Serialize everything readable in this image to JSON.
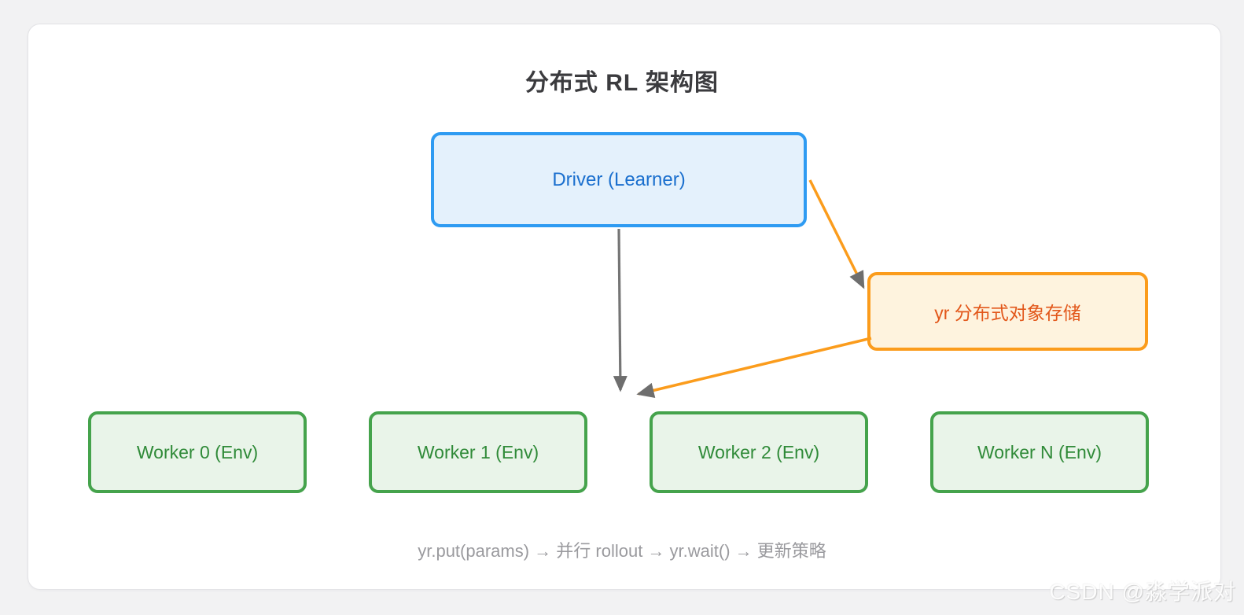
{
  "title": "分布式 RL 架构图",
  "nodes": {
    "driver": {
      "label": "Driver (Learner)"
    },
    "store": {
      "label": "yr 分布式对象存储"
    },
    "workers": [
      {
        "label": "Worker 0 (Env)"
      },
      {
        "label": "Worker 1 (Env)"
      },
      {
        "label": "Worker 2 (Env)"
      },
      {
        "label": "Worker N (Env)"
      }
    ]
  },
  "edges": [
    {
      "from": "driver",
      "to": "workers",
      "color": "gray"
    },
    {
      "from": "driver",
      "to": "store",
      "color": "orange"
    },
    {
      "from": "store",
      "to": "workers",
      "color": "orange"
    }
  ],
  "caption": "yr.put(params) → 并行 rollout → yr.wait() → 更新策略",
  "watermark": "CSDN @淼学派对",
  "colors": {
    "page_background": "#f2f2f3",
    "card_background": "#ffffff",
    "card_border": "#e3e3e6",
    "title_text": "#3b3b3e",
    "driver_fill": "#e4f1fc",
    "driver_border": "#2e9bf2",
    "driver_text": "#1a6fce",
    "store_fill": "#fef3de",
    "store_border": "#fb9c1c",
    "store_text": "#e2571a",
    "worker_fill": "#e9f4e9",
    "worker_border": "#45a34c",
    "worker_text": "#2f8a38",
    "arrow_gray": "#757575",
    "arrow_orange": "#fb9c1c",
    "arrowhead": "#6e6e6e",
    "caption_text": "#9a9a9e"
  }
}
